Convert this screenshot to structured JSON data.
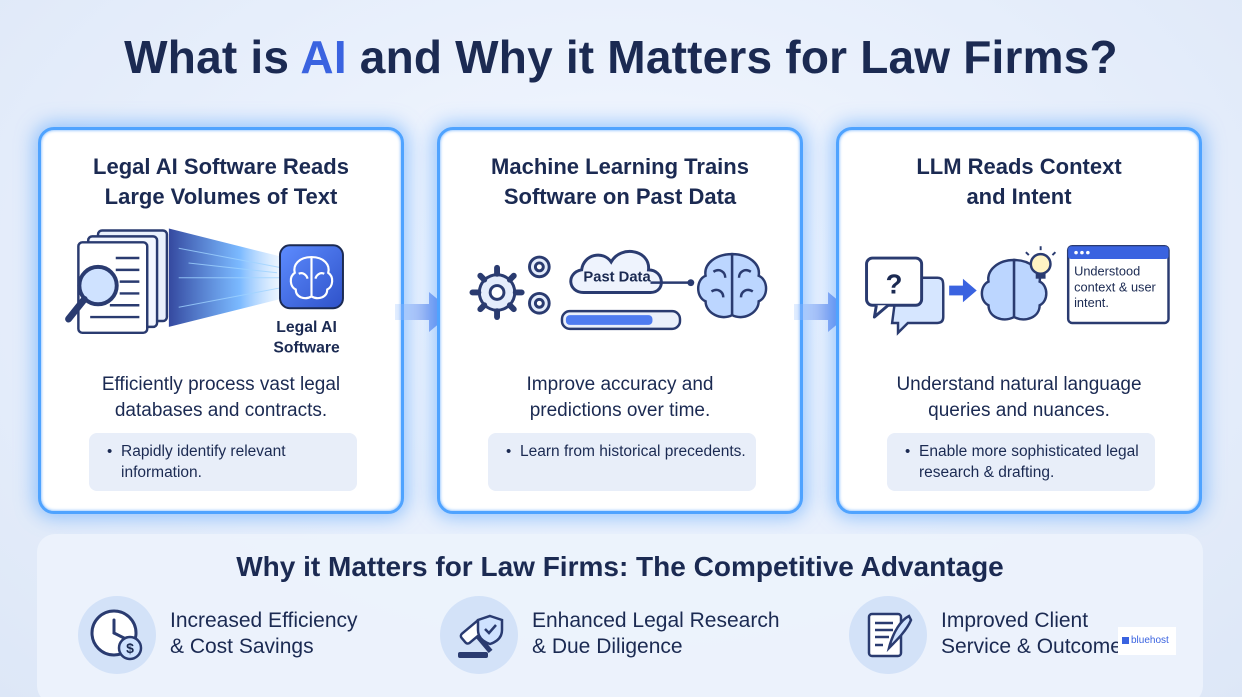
{
  "title": {
    "prefix": "What is ",
    "accent": "AI",
    "suffix": " and Why it Matters for Law Firms?"
  },
  "colors": {
    "accent": "#3a63e0",
    "navy": "#1b2a52",
    "glow": "#4fa3ff"
  },
  "cards": [
    {
      "heading_line1": "Legal AI Software Reads",
      "heading_line2": "Large Volumes of Text",
      "illustration_label_line1": "Legal AI",
      "illustration_label_line2": "Software",
      "desc_line1": "Efficiently process vast legal",
      "desc_line2": "databases and contracts.",
      "note": "Rapidly identify relevant information.",
      "icons": [
        "documents-icon",
        "magnifier-icon",
        "brain-chip-icon"
      ]
    },
    {
      "heading_line1": "Machine Learning Trains",
      "heading_line2": "Software on Past Data",
      "illustration_label": "Past Data",
      "desc_line1": "Improve accuracy and",
      "desc_line2": "predictions over time.",
      "note": "Learn from historical precedents.",
      "icons": [
        "gears-icon",
        "cloud-icon",
        "progress-bar-icon",
        "brain-icon"
      ]
    },
    {
      "heading_line1": "LLM Reads Context",
      "heading_line2": "and Intent",
      "window_text": "Understood context & user intent.",
      "desc_line1": "Understand natural language",
      "desc_line2": "queries and nuances.",
      "note": "Enable more sophisticated legal research & drafting.",
      "icons": [
        "question-bubble-icon",
        "brain-lightbulb-icon",
        "window-icon"
      ]
    }
  ],
  "bottom": {
    "heading": "Why it Matters for Law Firms: The Competitive Advantage",
    "benefits": [
      {
        "line1": "Increased Efficiency",
        "line2": "& Cost Savings",
        "icon": "clock-dollar-icon"
      },
      {
        "line1": "Enhanced Legal Research",
        "line2": "& Due Diligence",
        "icon": "gavel-shield-icon"
      },
      {
        "line1": "Improved Client",
        "line2": "Service & Outcomes",
        "icon": "document-quill-icon"
      }
    ]
  },
  "watermark": "bluehost"
}
